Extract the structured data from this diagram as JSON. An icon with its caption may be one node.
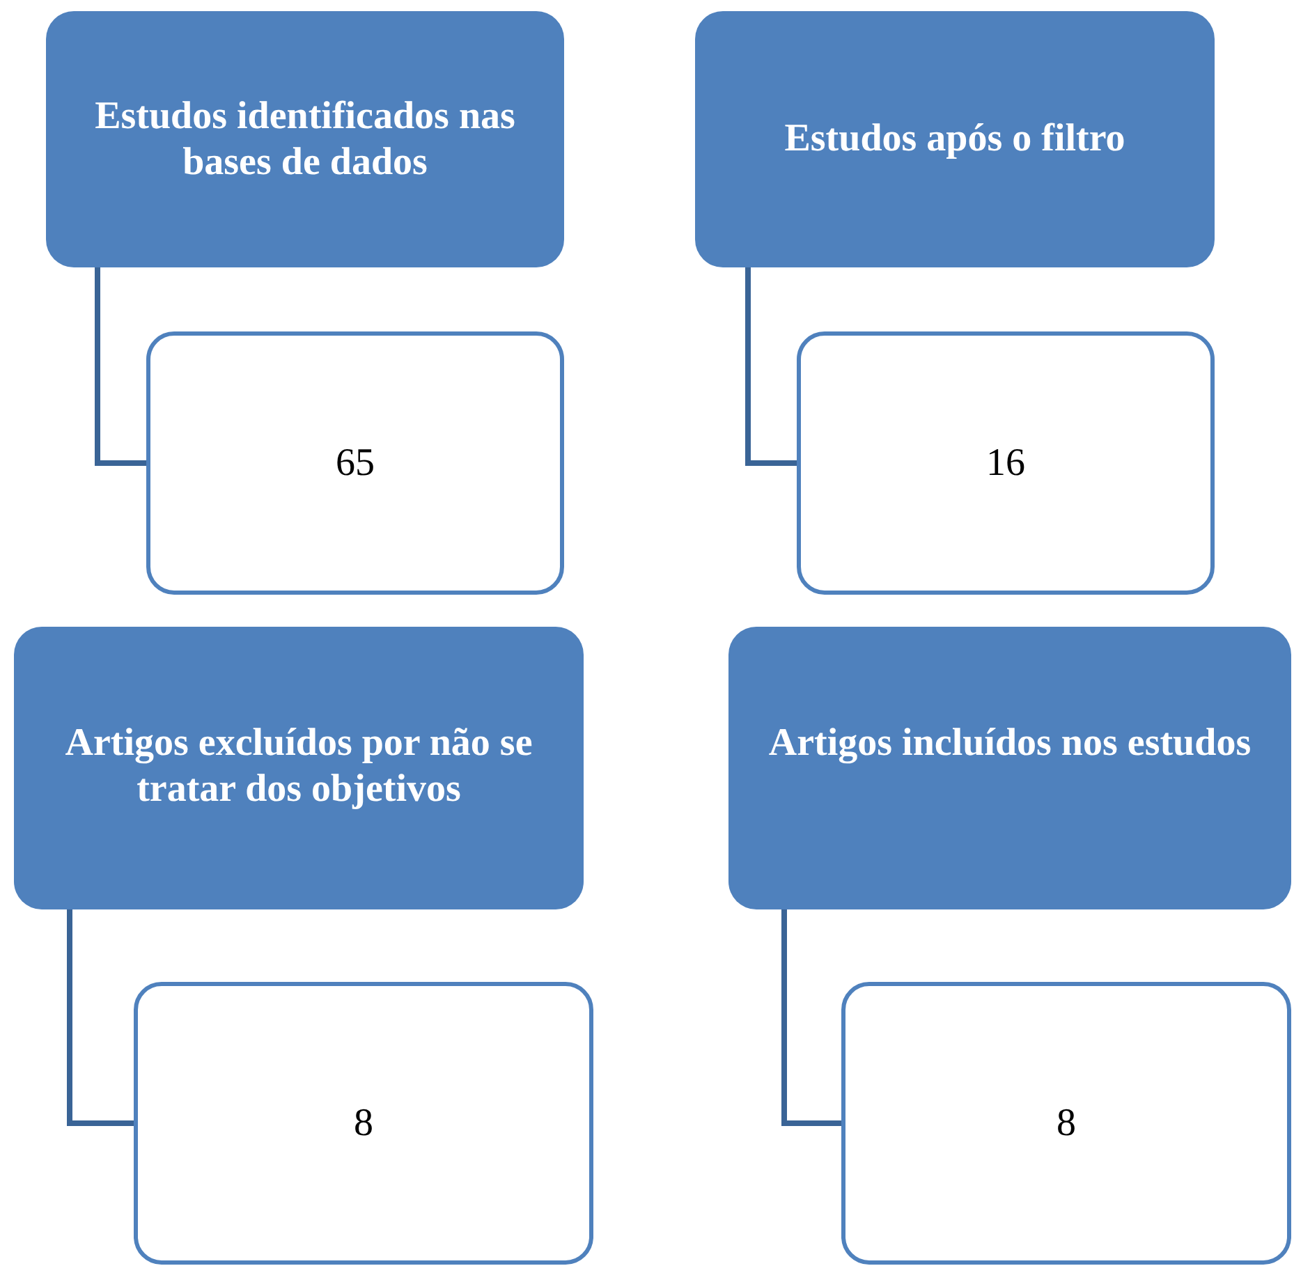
{
  "diagram": {
    "nodes": [
      {
        "text": [
          "Estudos identificados nas bases de dados"
        ]
      },
      {
        "text": [
          "65"
        ]
      },
      {
        "text": [
          "Estudos após o filtro"
        ]
      },
      {
        "text": [
          "16"
        ]
      },
      {
        "text": [
          "Artigos excluídos por não se tratar dos objetivos"
        ]
      },
      {
        "text": [
          "8"
        ]
      },
      {
        "text": [
          "Artigos incluídos nos estudos"
        ]
      },
      {
        "text": [
          "8"
        ]
      }
    ],
    "edges": [
      {
        "from": 0,
        "to": 1,
        "arrow": "none"
      },
      {
        "from": 2,
        "to": 3,
        "arrow": "none"
      },
      {
        "from": 4,
        "to": 5,
        "arrow": "none"
      },
      {
        "from": 6,
        "to": 7,
        "arrow": "none"
      }
    ]
  }
}
